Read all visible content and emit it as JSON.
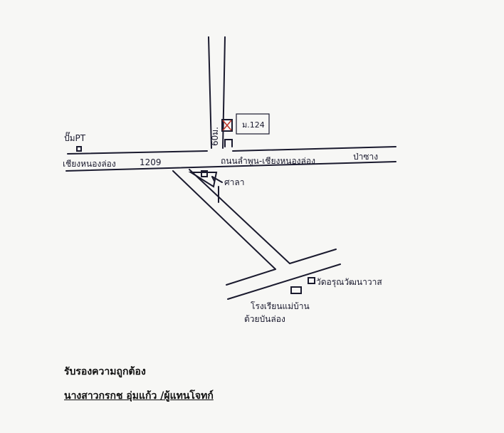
{
  "map": {
    "labels": {
      "pump": "ปั๊มPT",
      "west_road": "เชียงหนองล่อง",
      "route_1209": "1209",
      "route_60m": "60ม.",
      "house_no": "ม.124",
      "main_road": "ถนนลำพูน-เชียงหนองล่อง",
      "east_road": "ป่าซาง",
      "sala": "ศาลา",
      "temple": "วัดอรุณวัฒนาวาส",
      "school_line1": "โรงเรียนแม่บ้าน",
      "school_line2": "ต้วยบันล่อง"
    },
    "colors": {
      "ink": "#1a1a2e",
      "paper": "#f7f7f5",
      "x_mark": "#c0392b"
    }
  },
  "footer": {
    "certify": "รับรองความถูกต้อง",
    "signer": "นางสาวกรกช อุ่มแก้ว /ผู้แทนโจทก์"
  }
}
